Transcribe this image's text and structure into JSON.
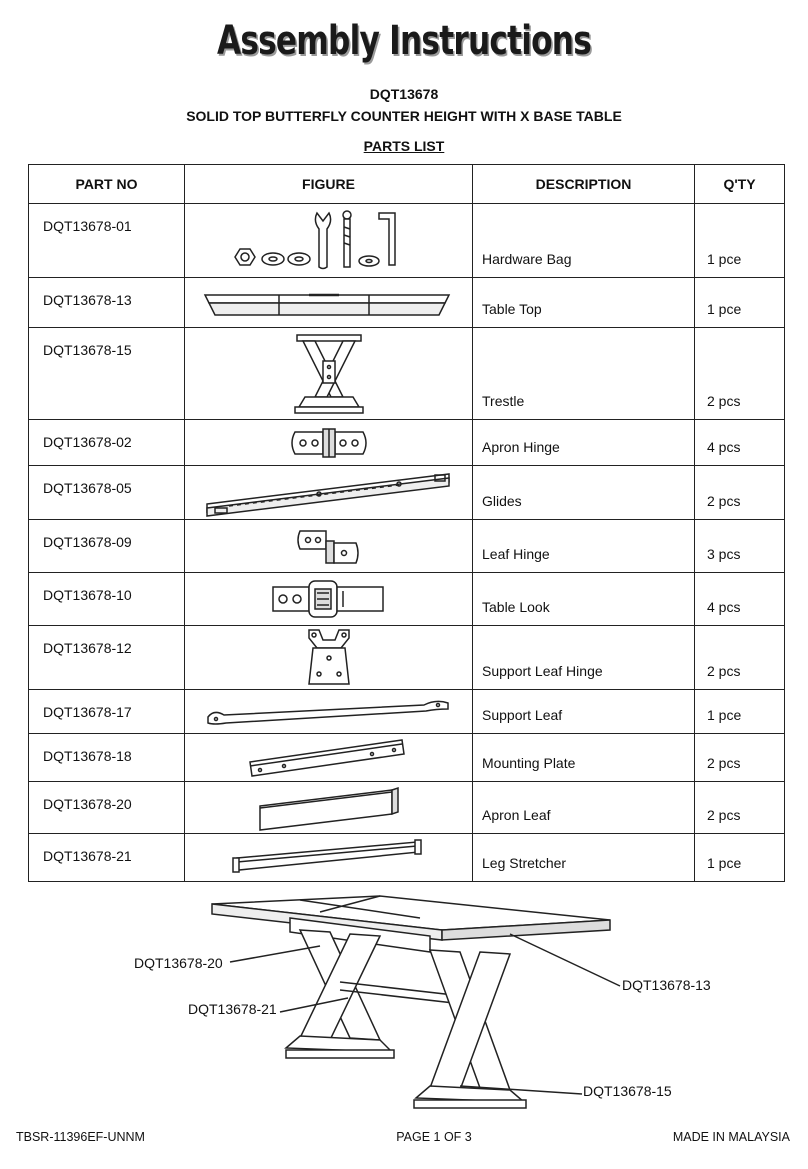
{
  "header": {
    "title": "Assembly Instructions",
    "model": "DQT13678",
    "subtitle": "SOLID TOP BUTTERFLY COUNTER HEIGHT WITH X BASE TABLE",
    "parts_list_title": "PARTS LIST"
  },
  "table": {
    "headers": [
      "PART NO",
      "FIGURE",
      "DESCRIPTION",
      "Q'TY"
    ],
    "rows": [
      {
        "part_no": "DQT13678-01",
        "description": "Hardware Bag",
        "qty": "1 pce",
        "figure": "hardware-bag-icon"
      },
      {
        "part_no": "DQT13678-13",
        "description": "Table Top",
        "qty": "1 pce",
        "figure": "table-top-icon"
      },
      {
        "part_no": "DQT13678-15",
        "description": "Trestle",
        "qty": "2 pcs",
        "figure": "trestle-icon"
      },
      {
        "part_no": "DQT13678-02",
        "description": "Apron Hinge",
        "qty": "4 pcs",
        "figure": "apron-hinge-icon"
      },
      {
        "part_no": "DQT13678-05",
        "description": "Glides",
        "qty": "2 pcs",
        "figure": "glides-icon"
      },
      {
        "part_no": "DQT13678-09",
        "description": "Leaf Hinge",
        "qty": "3 pcs",
        "figure": "leaf-hinge-icon"
      },
      {
        "part_no": "DQT13678-10",
        "description": "Table Look",
        "qty": "4 pcs",
        "figure": "table-lock-icon"
      },
      {
        "part_no": "DQT13678-12",
        "description": "Support Leaf Hinge",
        "qty": "2 pcs",
        "figure": "support-leaf-hinge-icon"
      },
      {
        "part_no": "DQT13678-17",
        "description": "Support Leaf",
        "qty": "1 pce",
        "figure": "support-leaf-icon"
      },
      {
        "part_no": "DQT13678-18",
        "description": "Mounting Plate",
        "qty": "2 pcs",
        "figure": "mounting-plate-icon"
      },
      {
        "part_no": "DQT13678-20",
        "description": "Apron Leaf",
        "qty": "2 pcs",
        "figure": "apron-leaf-icon"
      },
      {
        "part_no": "DQT13678-21",
        "description": "Leg Stretcher",
        "qty": "1 pce",
        "figure": "leg-stretcher-icon"
      }
    ]
  },
  "diagram": {
    "callouts": [
      "DQT13678-20",
      "DQT13678-21",
      "DQT13678-13",
      "DQT13678-15"
    ]
  },
  "footer": {
    "left": "TBSR-11396EF-UNNM",
    "center": "PAGE 1 OF 3",
    "right": "MADE IN MALAYSIA"
  }
}
